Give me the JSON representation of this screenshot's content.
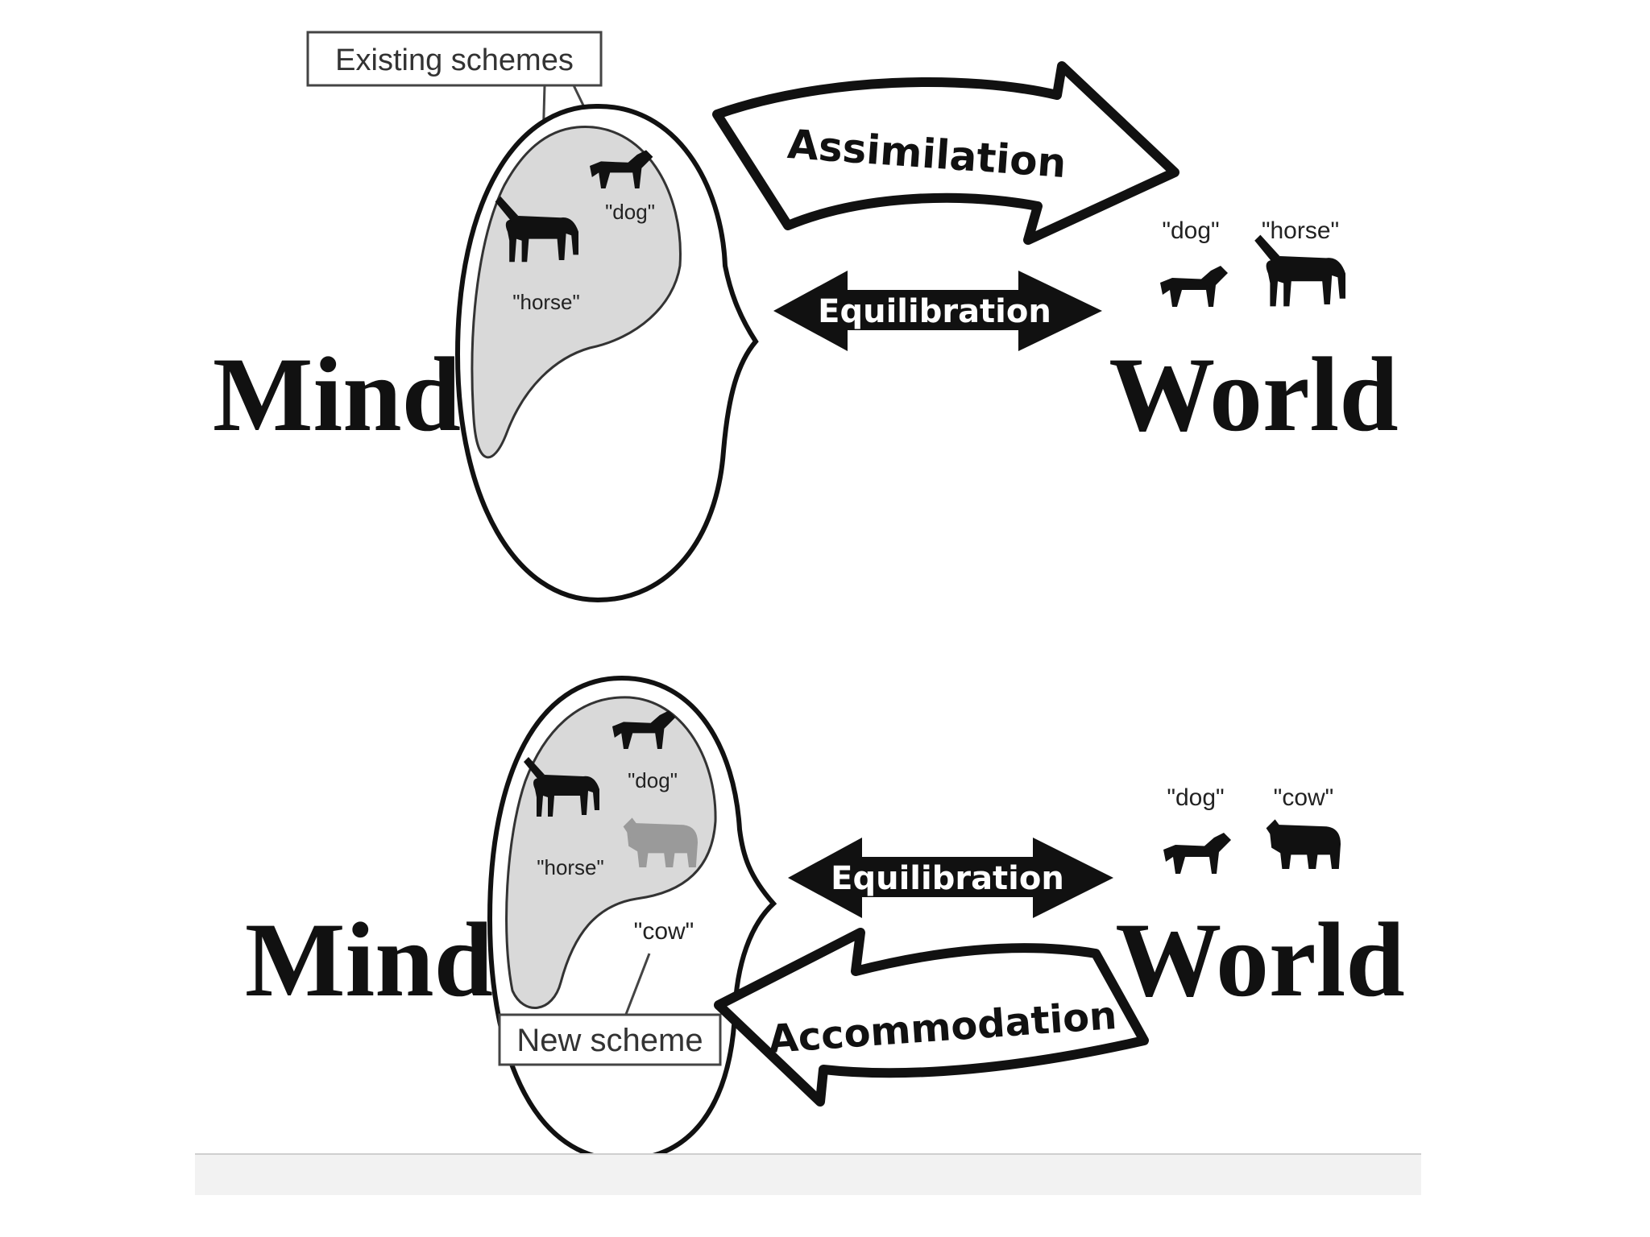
{
  "top": {
    "existing_label": "Existing schemes",
    "mind_label": "Mind",
    "world_label": "World",
    "assimilation_label": "Assimilation",
    "equilibration_label": "Equilibration",
    "mind_dog": "\"dog\"",
    "mind_horse": "\"horse\"",
    "world_dog": "\"dog\"",
    "world_horse": "\"horse\""
  },
  "bottom": {
    "mind_label": "Mind",
    "world_label": "World",
    "equilibration_label": "Equilibration",
    "accommodation_label": "Accommodation",
    "new_scheme_label": "New scheme",
    "mind_dog": "\"dog\"",
    "mind_horse": "\"horse\"",
    "mind_cow": "\"cow\"",
    "world_dog": "\"dog\"",
    "world_cow": "\"cow\""
  },
  "colors": {
    "ink": "#111111",
    "scheme_fill": "#d9d9d9",
    "new_animal_fill": "#9a9a9a"
  },
  "icons": {
    "dog": "dog-silhouette-icon",
    "horse": "horse-silhouette-icon",
    "cow": "cow-silhouette-icon"
  }
}
